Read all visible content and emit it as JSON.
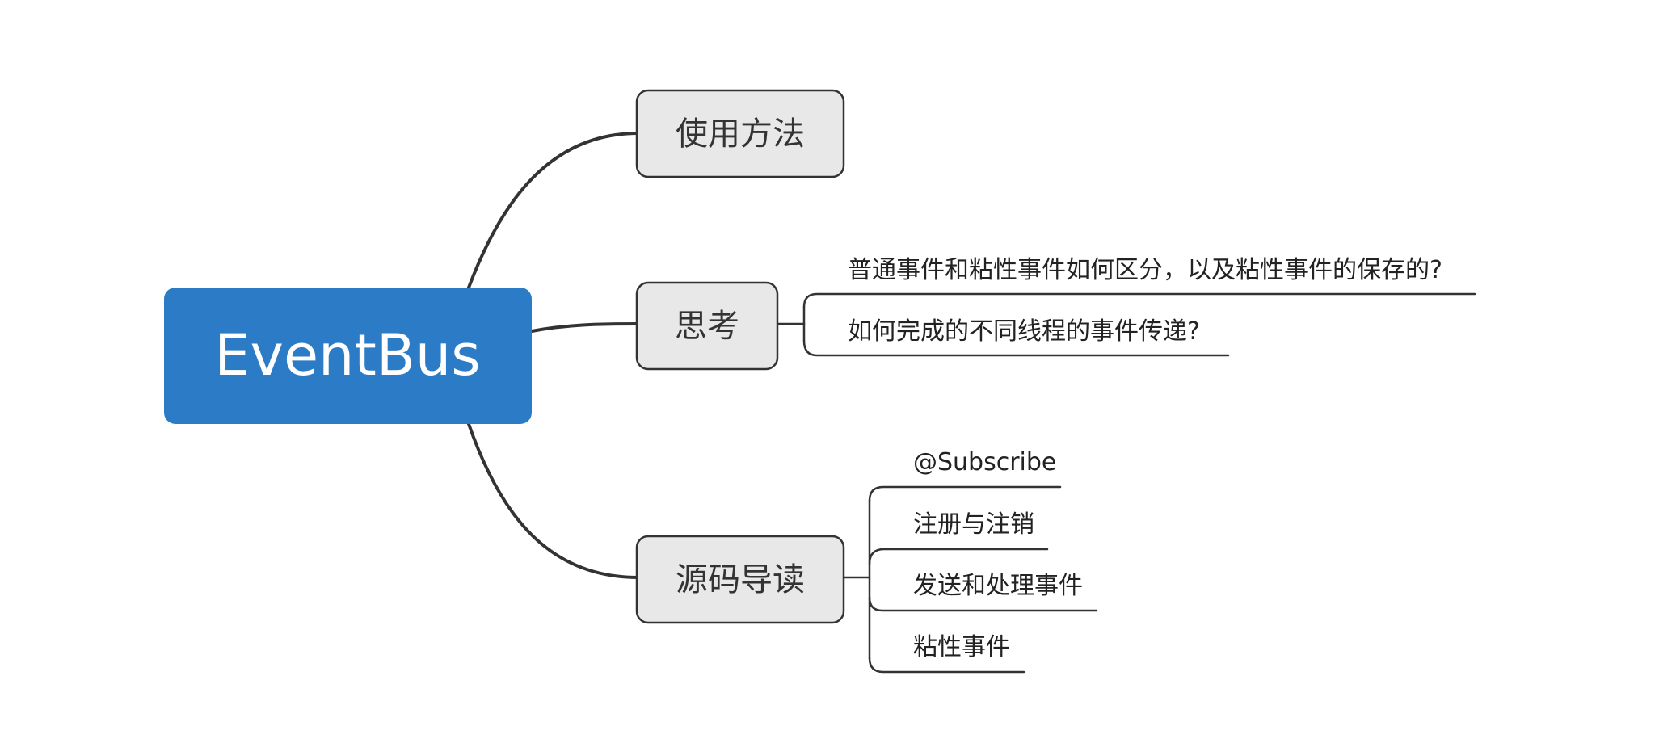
{
  "root": {
    "label": "EventBus",
    "color": "#2b7bc6"
  },
  "topics": [
    {
      "label": "使用方法",
      "children": []
    },
    {
      "label": "思考",
      "children": [
        "普通事件和粘性事件如何区分，以及粘性事件的保存的?",
        "如何完成的不同线程的事件传递?"
      ]
    },
    {
      "label": "源码导读",
      "children": [
        "@Subscribe",
        "注册与注销",
        "发送和处理事件",
        "粘性事件"
      ]
    }
  ]
}
